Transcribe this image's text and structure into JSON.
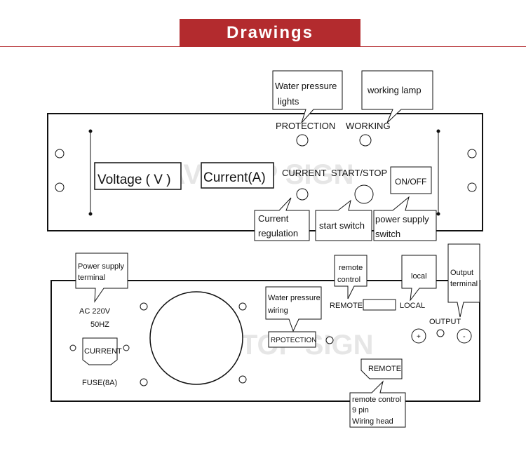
{
  "header": {
    "title": "Drawings"
  },
  "front": {
    "voltage": "Voltage ( V )",
    "current_display": "Current(A)",
    "protection": "PROTECTION",
    "working": "WORKING",
    "current": "CURRENT",
    "start_stop": "START/STOP",
    "on_off": "ON/OFF",
    "callouts": {
      "water_pressure_1": "Water pressure",
      "water_pressure_2": "lights",
      "working_lamp": "working lamp",
      "current_reg_1": "Current",
      "current_reg_2": "regulation",
      "start_switch": "start switch",
      "power_switch_1": "power supply",
      "power_switch_2": "switch"
    }
  },
  "back": {
    "ac": "AC 220V",
    "hz": "50HZ",
    "current": "CURRENT",
    "fuse": "FUSE(8A)",
    "protection": "RPOTECTION",
    "remote_label": "REMOTE",
    "local_label": "LOCAL",
    "output": "OUTPUT",
    "plus": "+",
    "minus": "-",
    "remote_connector": "REMOTE",
    "callouts": {
      "ps_terminal_1": "Power supply",
      "ps_terminal_2": "terminal",
      "remote_control_1": "remote",
      "remote_control_2": "control",
      "local": "local",
      "output_terminal_1": "Output",
      "output_terminal_2": "terminal",
      "water_wiring_1": "Water pressure",
      "water_wiring_2": "wiring",
      "rc9_1": "remote control",
      "rc9_2": "9 pin",
      "rc9_3": "Wiring head"
    }
  },
  "watermark": {
    "front": "WAVETOP SIGN",
    "back": "WAVETOP SIGN"
  }
}
